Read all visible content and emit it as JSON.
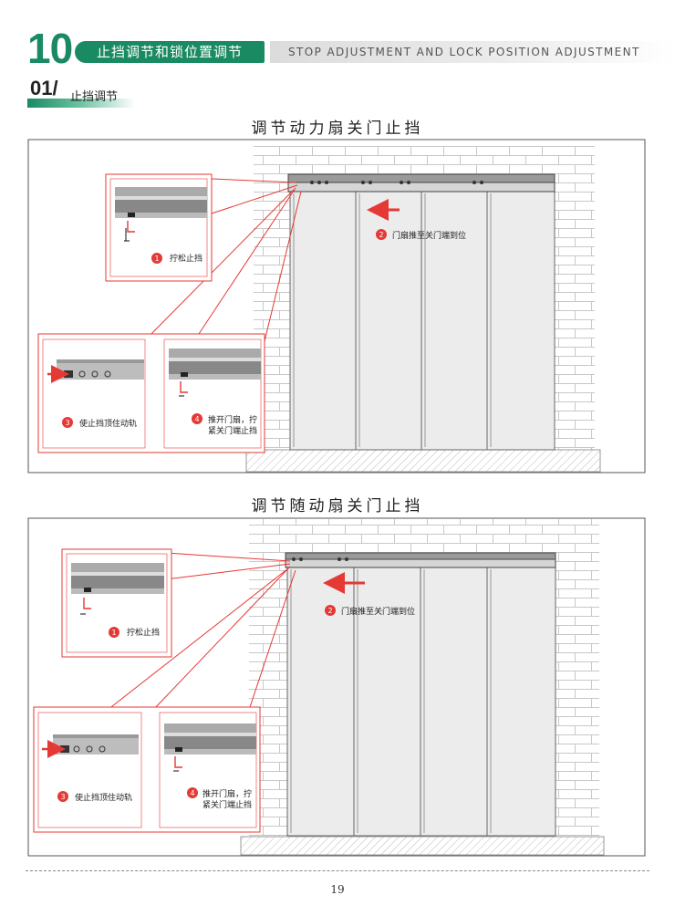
{
  "header": {
    "section_number": "10",
    "title_cn": "止挡调节和锁位置调节",
    "title_en": "STOP ADJUSTMENT AND LOCK POSITION ADJUSTMENT"
  },
  "subsection": {
    "number": "01/",
    "label": "止挡调节"
  },
  "colors": {
    "brand_green": "#1a8a63",
    "callout_red": "#e53935"
  },
  "figures": [
    {
      "heading": "调节动力扇关门止挡",
      "steps": [
        {
          "num": "1",
          "text": "拧松止挡"
        },
        {
          "num": "2",
          "text": "门扇推至关门端到位"
        },
        {
          "num": "3",
          "text": "使止挡顶住动轨"
        },
        {
          "num": "4",
          "line1": "推开门扇，拧",
          "line2": "紧关门端止挡"
        }
      ]
    },
    {
      "heading": "调节随动扇关门止挡",
      "steps": [
        {
          "num": "1",
          "text": "拧松止挡"
        },
        {
          "num": "2",
          "text": "门扇推至关门端到位"
        },
        {
          "num": "3",
          "text": "使止挡顶住动轨"
        },
        {
          "num": "4",
          "line1": "推开门扇，拧",
          "line2": "紧关门端止挡"
        }
      ]
    }
  ],
  "footer": {
    "page_number": "19"
  }
}
